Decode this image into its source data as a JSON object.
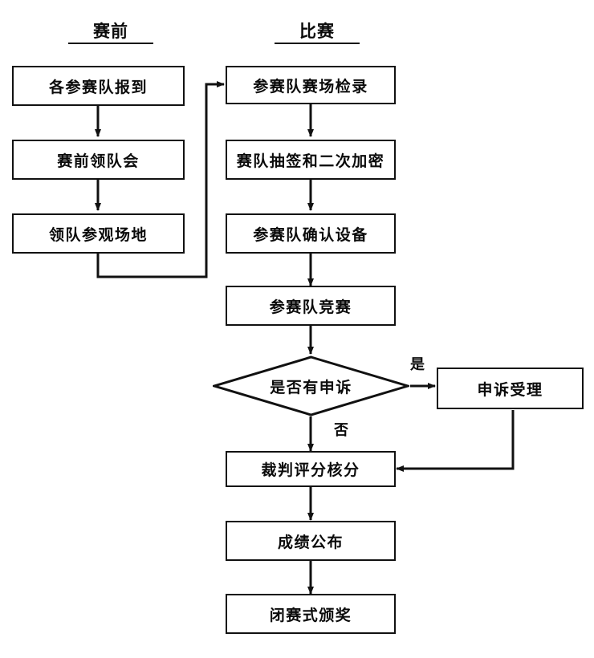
{
  "diagram": {
    "type": "flowchart",
    "background": "#ffffff",
    "line_color": "#111111",
    "text_color": "#0b0b0b",
    "columns": [
      {
        "id": "pre",
        "title": "赛前"
      },
      {
        "id": "match",
        "title": "比赛"
      }
    ],
    "nodes": [
      {
        "id": "n1",
        "label": "各参赛队报到",
        "shape": "rect",
        "column": "pre"
      },
      {
        "id": "n2",
        "label": "赛前领队会",
        "shape": "rect",
        "column": "pre"
      },
      {
        "id": "n3",
        "label": "领队参观场地",
        "shape": "rect",
        "column": "pre"
      },
      {
        "id": "n4",
        "label": "参赛队赛场检录",
        "shape": "rect",
        "column": "match"
      },
      {
        "id": "n5",
        "label": "赛队抽签和二次加密",
        "shape": "rect",
        "column": "match"
      },
      {
        "id": "n6",
        "label": "参赛队确认设备",
        "shape": "rect",
        "column": "match"
      },
      {
        "id": "n7",
        "label": "参赛队竞赛",
        "shape": "rect",
        "column": "match"
      },
      {
        "id": "n8",
        "label": "是否有申诉",
        "shape": "diamond",
        "column": "match"
      },
      {
        "id": "n9",
        "label": "申诉受理",
        "shape": "rect",
        "column": "match"
      },
      {
        "id": "n10",
        "label": "裁判评分核分",
        "shape": "rect",
        "column": "match"
      },
      {
        "id": "n11",
        "label": "成绩公布",
        "shape": "rect",
        "column": "match"
      },
      {
        "id": "n12",
        "label": "闭赛式颁奖",
        "shape": "rect",
        "column": "match"
      }
    ],
    "edge_labels": {
      "yes": "是",
      "no": "否"
    },
    "edges": [
      {
        "from": "n1",
        "to": "n2",
        "label": ""
      },
      {
        "from": "n2",
        "to": "n3",
        "label": ""
      },
      {
        "from": "n3",
        "to": "n4",
        "label": ""
      },
      {
        "from": "n4",
        "to": "n5",
        "label": ""
      },
      {
        "from": "n5",
        "to": "n6",
        "label": ""
      },
      {
        "from": "n6",
        "to": "n7",
        "label": ""
      },
      {
        "from": "n7",
        "to": "n8",
        "label": ""
      },
      {
        "from": "n8",
        "to": "n9",
        "label": "是"
      },
      {
        "from": "n8",
        "to": "n10",
        "label": "否"
      },
      {
        "from": "n9",
        "to": "n10",
        "label": ""
      },
      {
        "from": "n10",
        "to": "n11",
        "label": ""
      },
      {
        "from": "n11",
        "to": "n12",
        "label": ""
      }
    ]
  }
}
